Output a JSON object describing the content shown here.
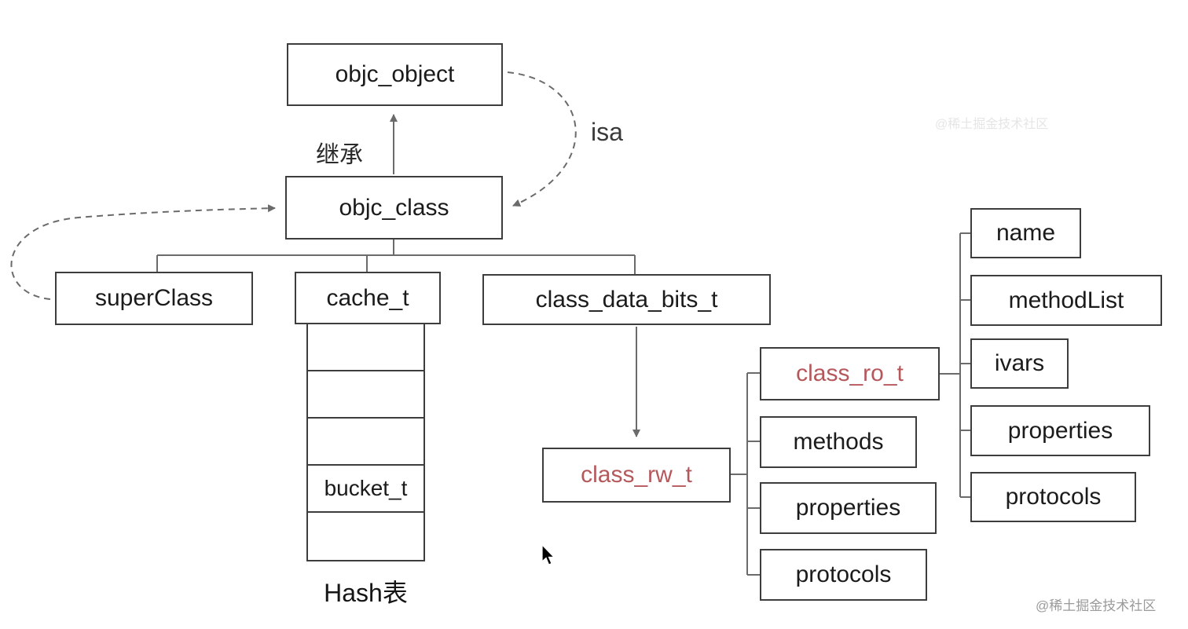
{
  "diagram": {
    "nodes": {
      "objc_object": "objc_object",
      "objc_class": "objc_class",
      "superclass": "superClass",
      "cache_t": "cache_t",
      "class_data_bits_t": "class_data_bits_t",
      "class_rw_t": "class_rw_t",
      "class_ro_t": "class_ro_t",
      "rw_methods": "methods",
      "rw_properties": "properties",
      "rw_protocols": "protocols",
      "ro_name": "name",
      "ro_method_list": "methodList",
      "ro_ivars": "ivars",
      "ro_properties": "properties",
      "ro_protocols": "protocols"
    },
    "cache_rows": [
      "",
      "",
      "",
      "bucket_t",
      ""
    ],
    "hash_table_label": "Hash表",
    "edge_labels": {
      "inherit": "继承",
      "isa": "isa"
    },
    "colors": {
      "accent_red": "#b5585c",
      "line": "#6b6b6b",
      "border": "#3d3d3d"
    },
    "watermark": "@稀土掘金技术社区"
  }
}
